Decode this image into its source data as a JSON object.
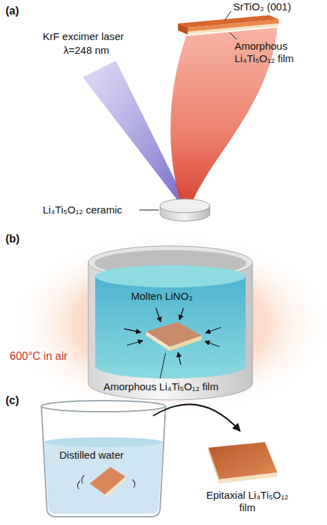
{
  "diagram": {
    "labels": [
      "(a)",
      "SrTiO₃ (001)",
      "KrF excimer laser",
      "λ=248 nm",
      "Amorphous Li₄Ti₅O₁₂ film",
      "Li₄Ti₅O₁₂ ceramic",
      "(b)",
      "Molten LiNO₃",
      "600°C in air",
      "Amorphous Li₄Ti₅O₁₂ film",
      "(c)",
      "Distilled water",
      "Epitaxial Li₄Ti₅O₁₂ film"
    ]
  }
}
